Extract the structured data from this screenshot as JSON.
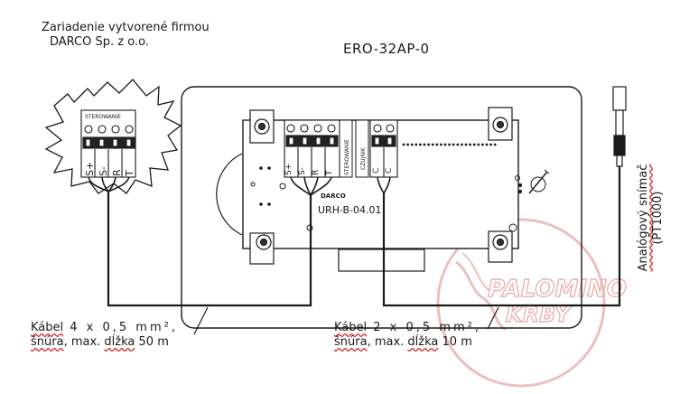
{
  "manufacturer_line1": "Zariadenie vytvorené firmou",
  "manufacturer_line2": "DARCO Sp. z o.o.",
  "device_title": "ERO-32AP-0",
  "left_box": {
    "header": "STEROWANIE",
    "terminals": [
      "S+",
      "S-",
      "R",
      "T"
    ]
  },
  "board": {
    "model": "URH-B-04.01",
    "logo": "DARCO",
    "label_sterowanie": "STEROWANIE",
    "label_czujnik": "CZUJNIK",
    "czujnik_terminals": [
      "C",
      "C"
    ]
  },
  "sensor_label_line1": "Analógový snímač",
  "sensor_label_line2": "(PT1000)",
  "cable1": {
    "word": "Kábel",
    "spec": " 4 x 0,5 mm²,",
    "line2_a": "šnúra",
    "line2_b": ", max. ",
    "line2_c": "dĺžka",
    "line2_d": " 50 m"
  },
  "cable2": {
    "word": "Kábel",
    "spec": " 2 x 0,5 mm²,",
    "line2_a": "šnúra",
    "line2_b": ", max. ",
    "line2_c": "dĺžka",
    "line2_d": " 10 m"
  },
  "watermark_line1": "PALOMINO",
  "watermark_line2": "KRBY",
  "colors": {
    "line": "#1a1a1a",
    "watermark": "#e8a0a0",
    "accent_red": "#d62828"
  }
}
